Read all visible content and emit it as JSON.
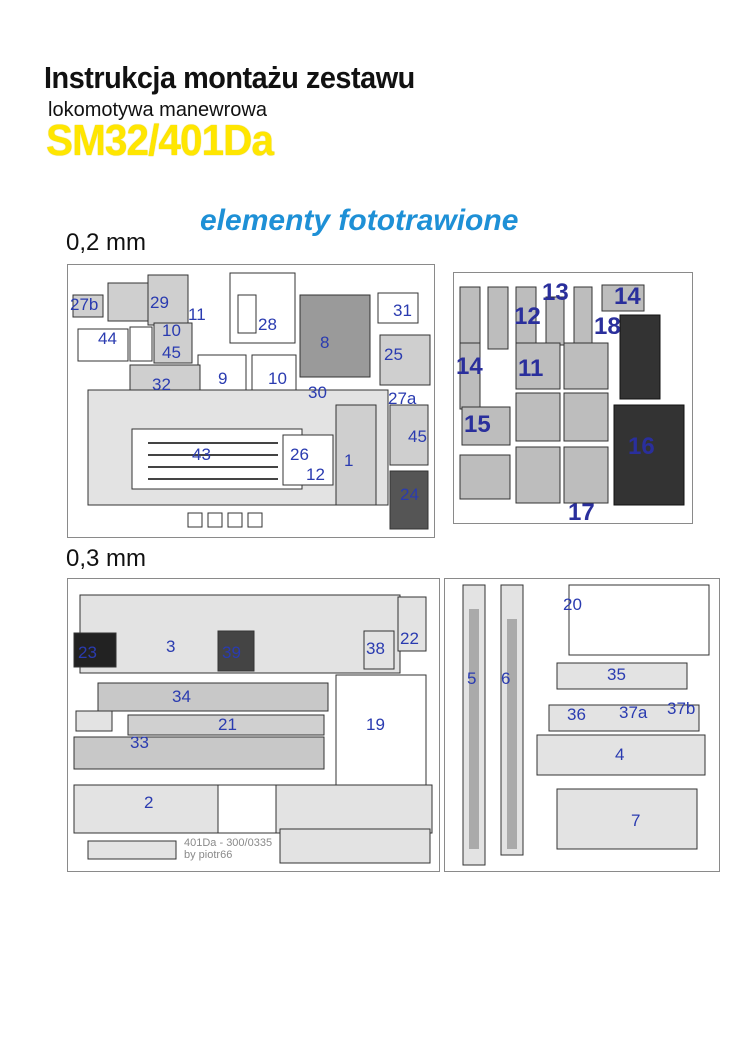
{
  "header": {
    "title": "Instrukcja montażu zestawu",
    "subtitle": "lokomotywa manewrowa",
    "model": "SM32/401Da"
  },
  "section_title": "elementy fototrawione",
  "thickness": {
    "thin": "0,2 mm",
    "thick": "0,3 mm"
  },
  "credit": {
    "line1": "401Da - 300/0335",
    "line2": "by piotr66"
  },
  "panels": {
    "p1": [
      "27b",
      "29",
      "11",
      "28",
      "31",
      "10",
      "44",
      "45",
      "8",
      "25",
      "9",
      "10",
      "32",
      "30",
      "27a",
      "45",
      "43",
      "26",
      "12",
      "1",
      "24"
    ],
    "p2": [
      "13",
      "14",
      "12",
      "18",
      "14",
      "11",
      "15",
      "16",
      "17"
    ],
    "p3": [
      "23",
      "3",
      "39",
      "38",
      "22",
      "34",
      "21",
      "19",
      "33",
      "2"
    ],
    "p4": [
      "20",
      "5",
      "6",
      "35",
      "36",
      "37a",
      "37b",
      "4",
      "7"
    ]
  },
  "colors": {
    "model": "#ffe600",
    "section": "#1e90d6",
    "label": "#2a3bb0"
  }
}
